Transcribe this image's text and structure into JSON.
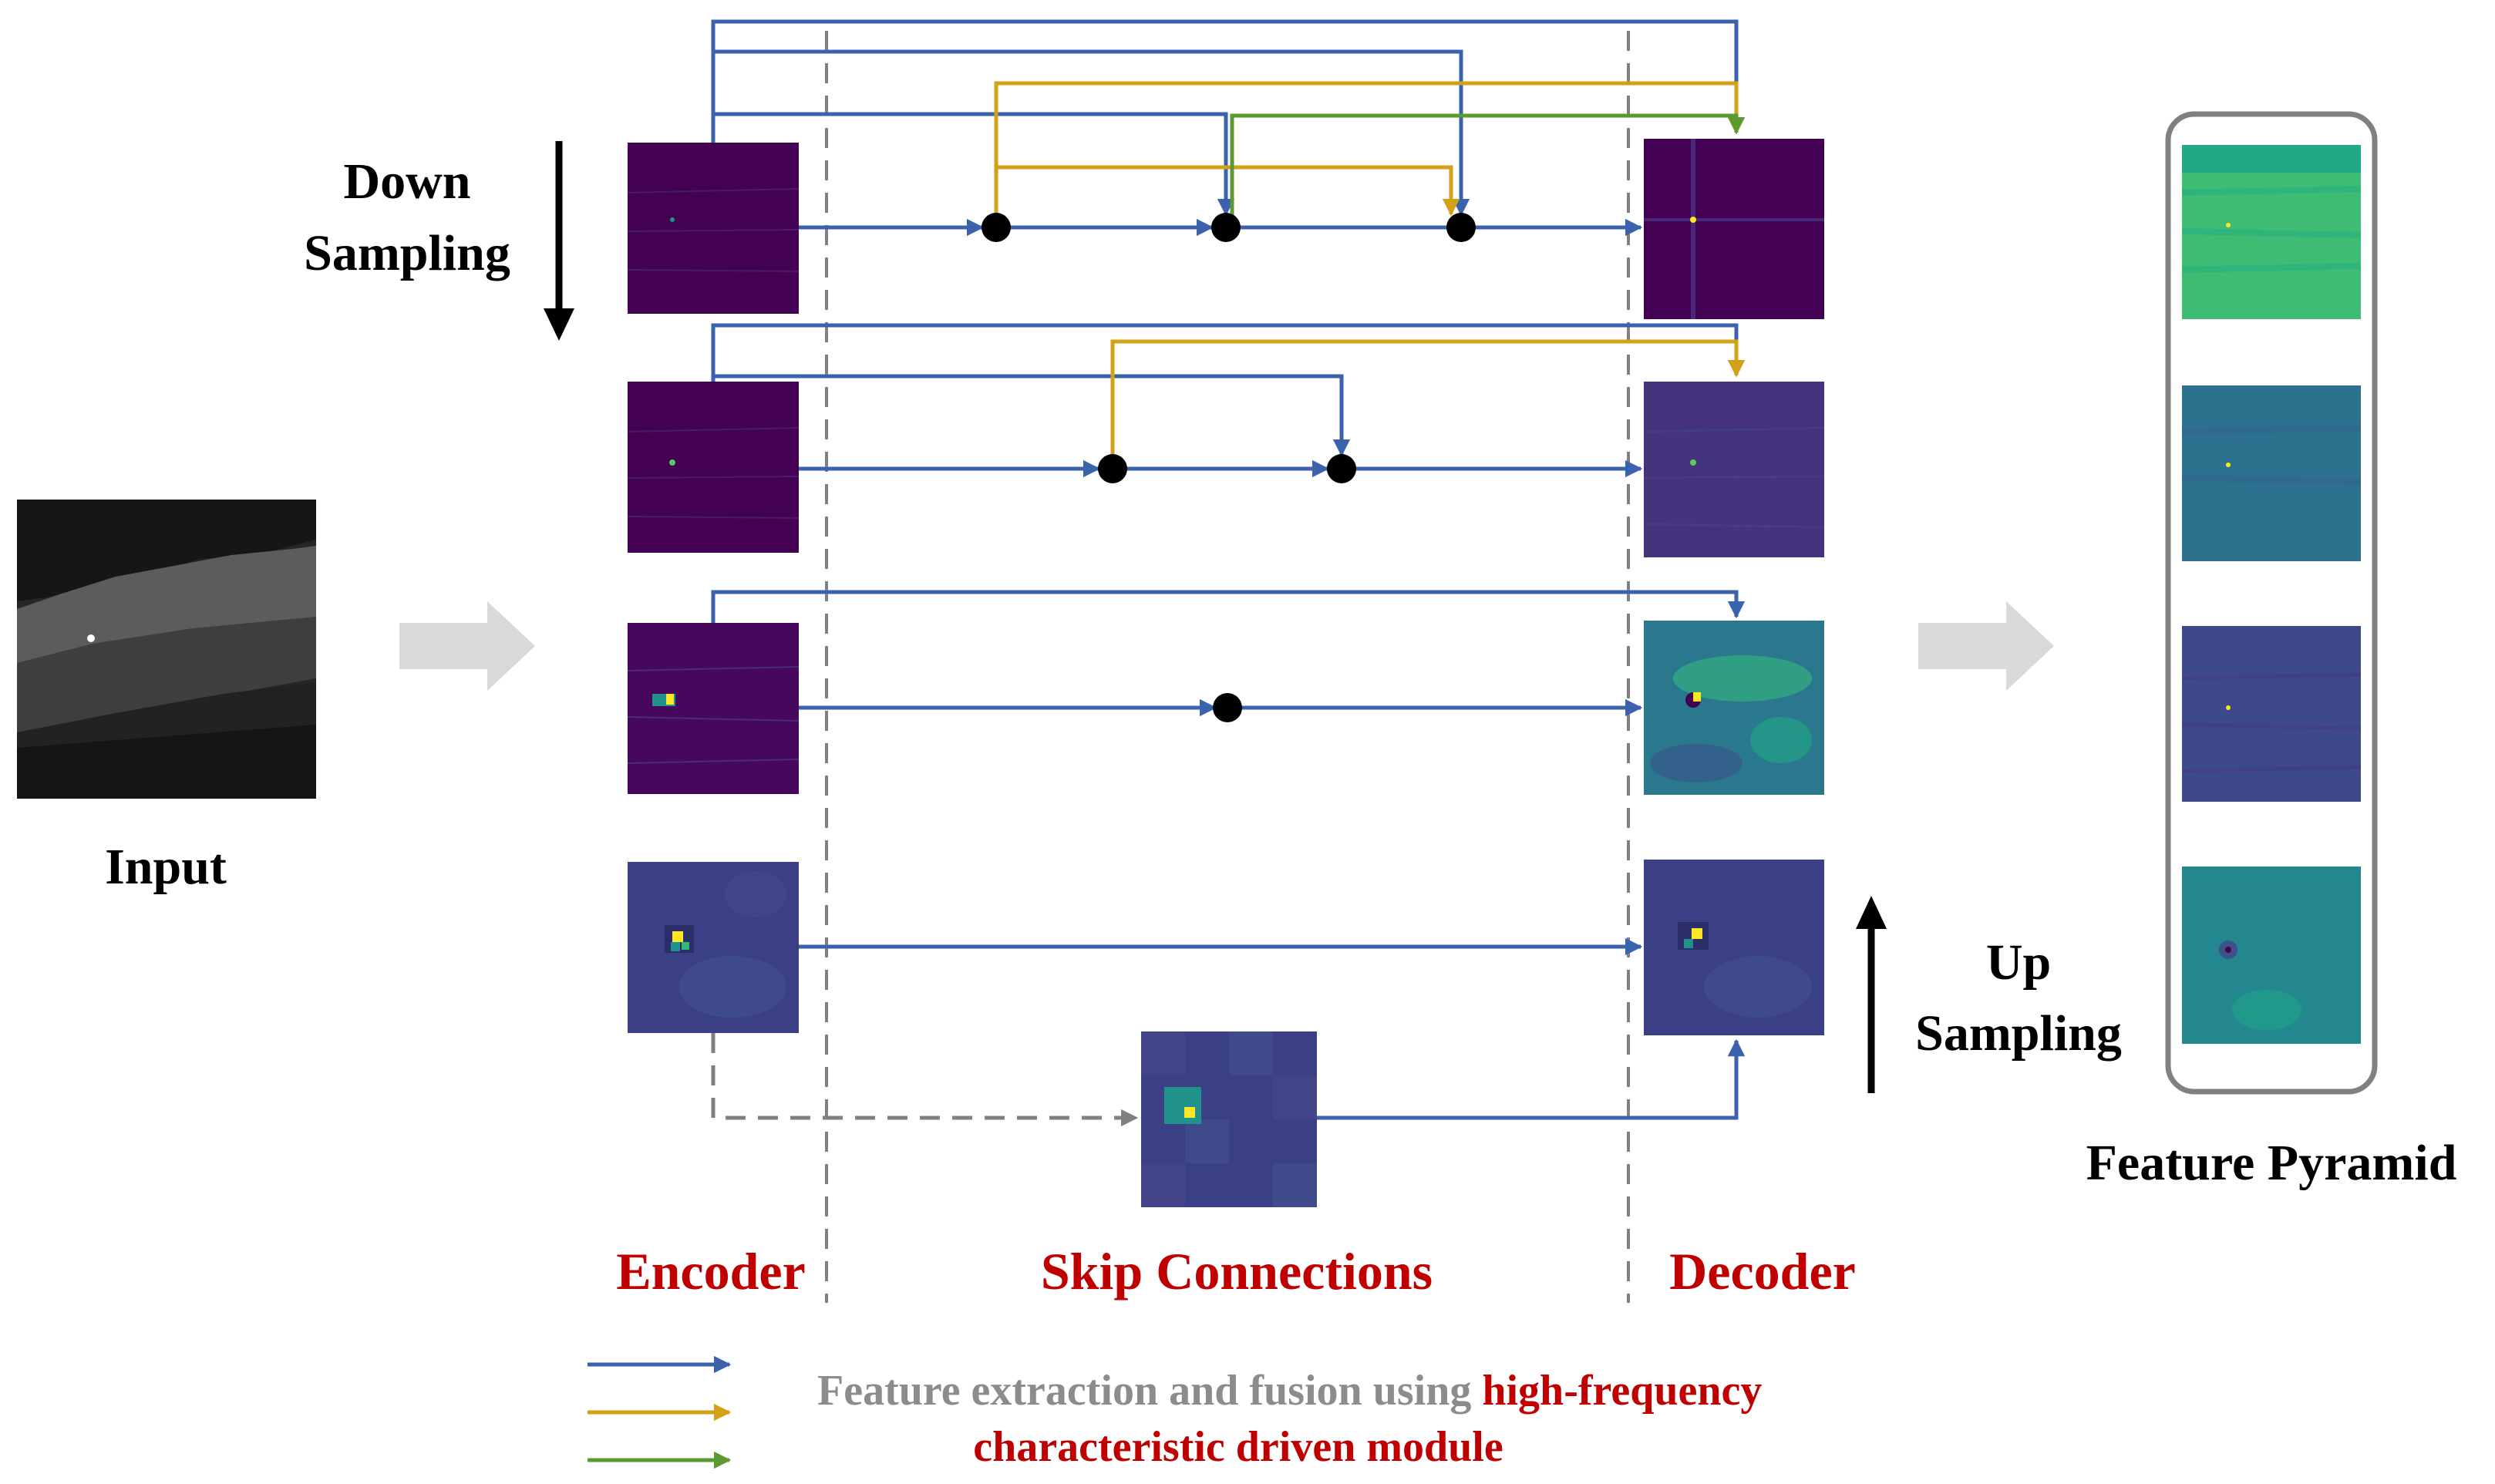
{
  "labels": {
    "input": "Input",
    "down_sampling_line1": "Down",
    "down_sampling_line2": "Sampling",
    "up_sampling_line1": "Up",
    "up_sampling_line2": "Sampling",
    "encoder": "Encoder",
    "skip_connections": "Skip Connections",
    "decoder": "Decoder",
    "feature_pyramid": "Feature Pyramid"
  },
  "legend": {
    "text_gray": "Feature extraction and fusion using ",
    "text_red_1": "high-frequency",
    "text_red_2": "characteristic driven module"
  },
  "colors": {
    "blue_arrow": "#3b62ad",
    "gold_arrow": "#d4a017",
    "green_arrow": "#5a9a2e",
    "red_label": "#c00000",
    "gray_text": "#8c8c8c",
    "dashed_gray": "#808080",
    "node_black": "#000000",
    "feature_purple": "#440154",
    "feature_blue": "#3b528b",
    "feature_teal": "#21918c",
    "feature_green": "#5ec962",
    "feature_yellow": "#fde725"
  },
  "icons": {
    "big_arrow": "gray-block-arrow-icon",
    "down_arrow": "down-arrow-icon",
    "up_arrow": "up-arrow-icon"
  }
}
